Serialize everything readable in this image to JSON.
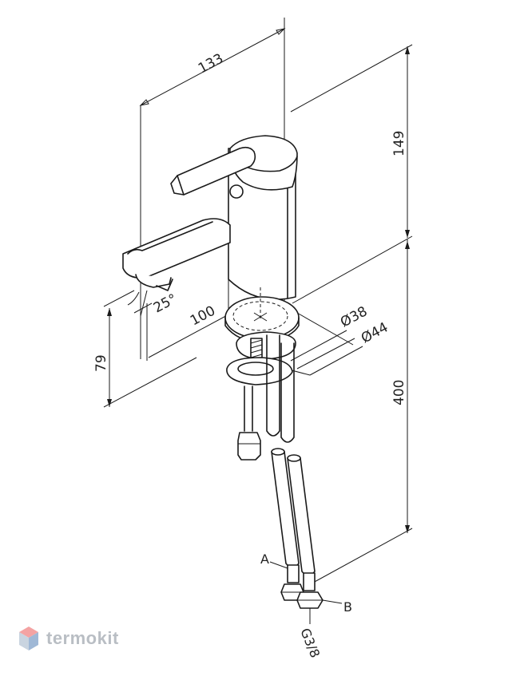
{
  "dimensions": {
    "width": "133",
    "height_top": "149",
    "height_hose": "400",
    "spout_reach": "100",
    "spout_height": "79",
    "angle": "25°",
    "dia_inner": "Ø38",
    "dia_outer": "Ø44"
  },
  "labels": {
    "hose_a": "A",
    "hose_b": "B",
    "thread": "G3/8"
  },
  "watermark": {
    "text": "termokit",
    "colors": {
      "top": "#f4a3a3",
      "left": "#c9d4e0",
      "right": "#9fb8d6",
      "text": "#b9bec4"
    }
  }
}
